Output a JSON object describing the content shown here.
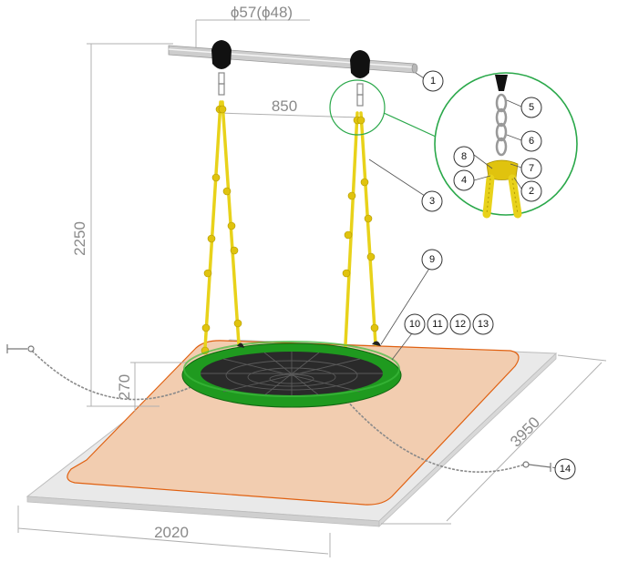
{
  "dimensions": {
    "bar_diameter": "ϕ57(ϕ48)",
    "bar_diameter_left": "ϕ57(",
    "bar_diameter_right": "ϕ48)",
    "height": "2250",
    "spacing": "850",
    "seat_height": "270",
    "width": "2020",
    "length": "3950"
  },
  "callouts": [
    "1",
    "2",
    "3",
    "4",
    "5",
    "6",
    "7",
    "8",
    "9",
    "10",
    "11",
    "12",
    "13",
    "14"
  ],
  "colors": {
    "rope": "#e8d21a",
    "seat": "#1f9a1f",
    "safety_zone": "#f2cdb0",
    "zone_border": "#e06010",
    "base": "#ececec",
    "detail_circle": "#2aa84a",
    "bar": "#c8c8c8"
  }
}
